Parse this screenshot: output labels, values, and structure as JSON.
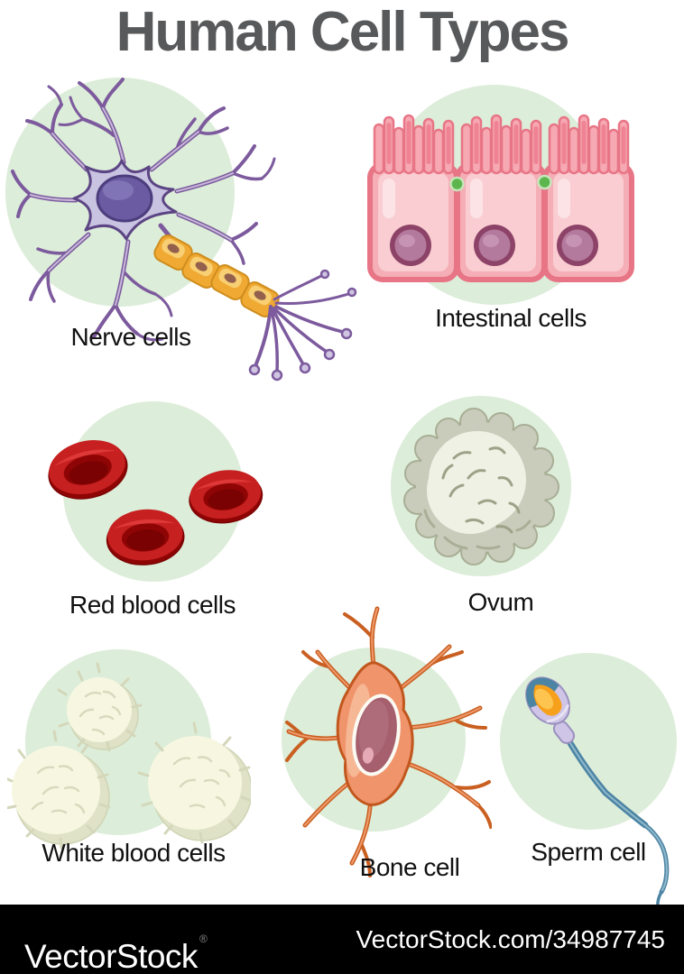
{
  "title": "Human Cell Types",
  "cells": [
    {
      "id": "nerve",
      "label": "Nerve cells"
    },
    {
      "id": "intestinal",
      "label": "Intestinal cells"
    },
    {
      "id": "red-blood",
      "label": "Red blood cells"
    },
    {
      "id": "ovum",
      "label": "Ovum"
    },
    {
      "id": "white-blood",
      "label": "White blood cells"
    },
    {
      "id": "bone",
      "label": "Bone cell"
    },
    {
      "id": "sperm",
      "label": "Sperm cell"
    }
  ],
  "palette": {
    "background": "#ffffff",
    "circle_background": "#dcedd9",
    "title_text": "#58595b",
    "label_text": "#111111",
    "neuron_purple": "#7c5a9d",
    "neuron_body": "#c9c3e2",
    "myelin_yellow": "#f0aa33",
    "intestinal_pink": "#f5aeb6",
    "intestinal_border": "#e87586",
    "junction_green": "#5cb64d",
    "rbc_red": "#c62020",
    "ovum_gray": "#c9ccbb",
    "wbc_ivory": "#f7f7e1",
    "bone_salmon": "#f0946c",
    "bone_outline": "#c2571e",
    "sperm_blue": "#4c84a4",
    "sperm_lavender": "#cfc5e7",
    "acrosome_orange": "#f6a01b",
    "footer_background": "#000000",
    "footer_text": "#ffffff"
  },
  "footer": {
    "brand": "VectorStock",
    "registered": "®",
    "url": "VectorStock.com/34987745"
  }
}
